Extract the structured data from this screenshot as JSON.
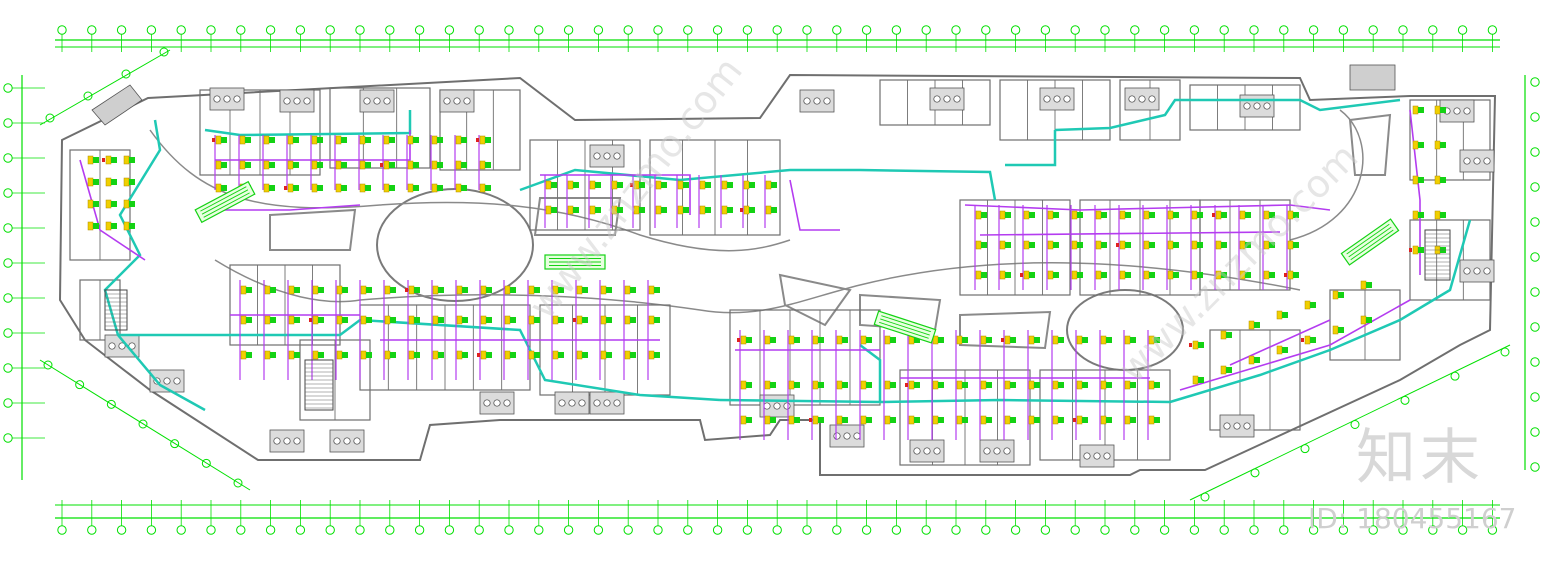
{
  "drawing": {
    "colors": {
      "background": "#ffffff",
      "wall": "#6f6f6f",
      "grid": "#00e000",
      "duct_cyan": "#1fc9b4",
      "duct_purple": "#b43cf0",
      "unit_green": "#14d214",
      "unit_yellow": "#f0d000",
      "unit_red": "#e02020",
      "watermark": "#cccccc"
    },
    "legend_icons": [
      "air-handling-unit-icon",
      "supply-duct-icon",
      "diffuser-icon",
      "column-grid-bubble-icon"
    ]
  },
  "watermark": {
    "logo_text": "知末",
    "id_text": "ID: 180455167",
    "site_text": "www.znzmo.com"
  }
}
